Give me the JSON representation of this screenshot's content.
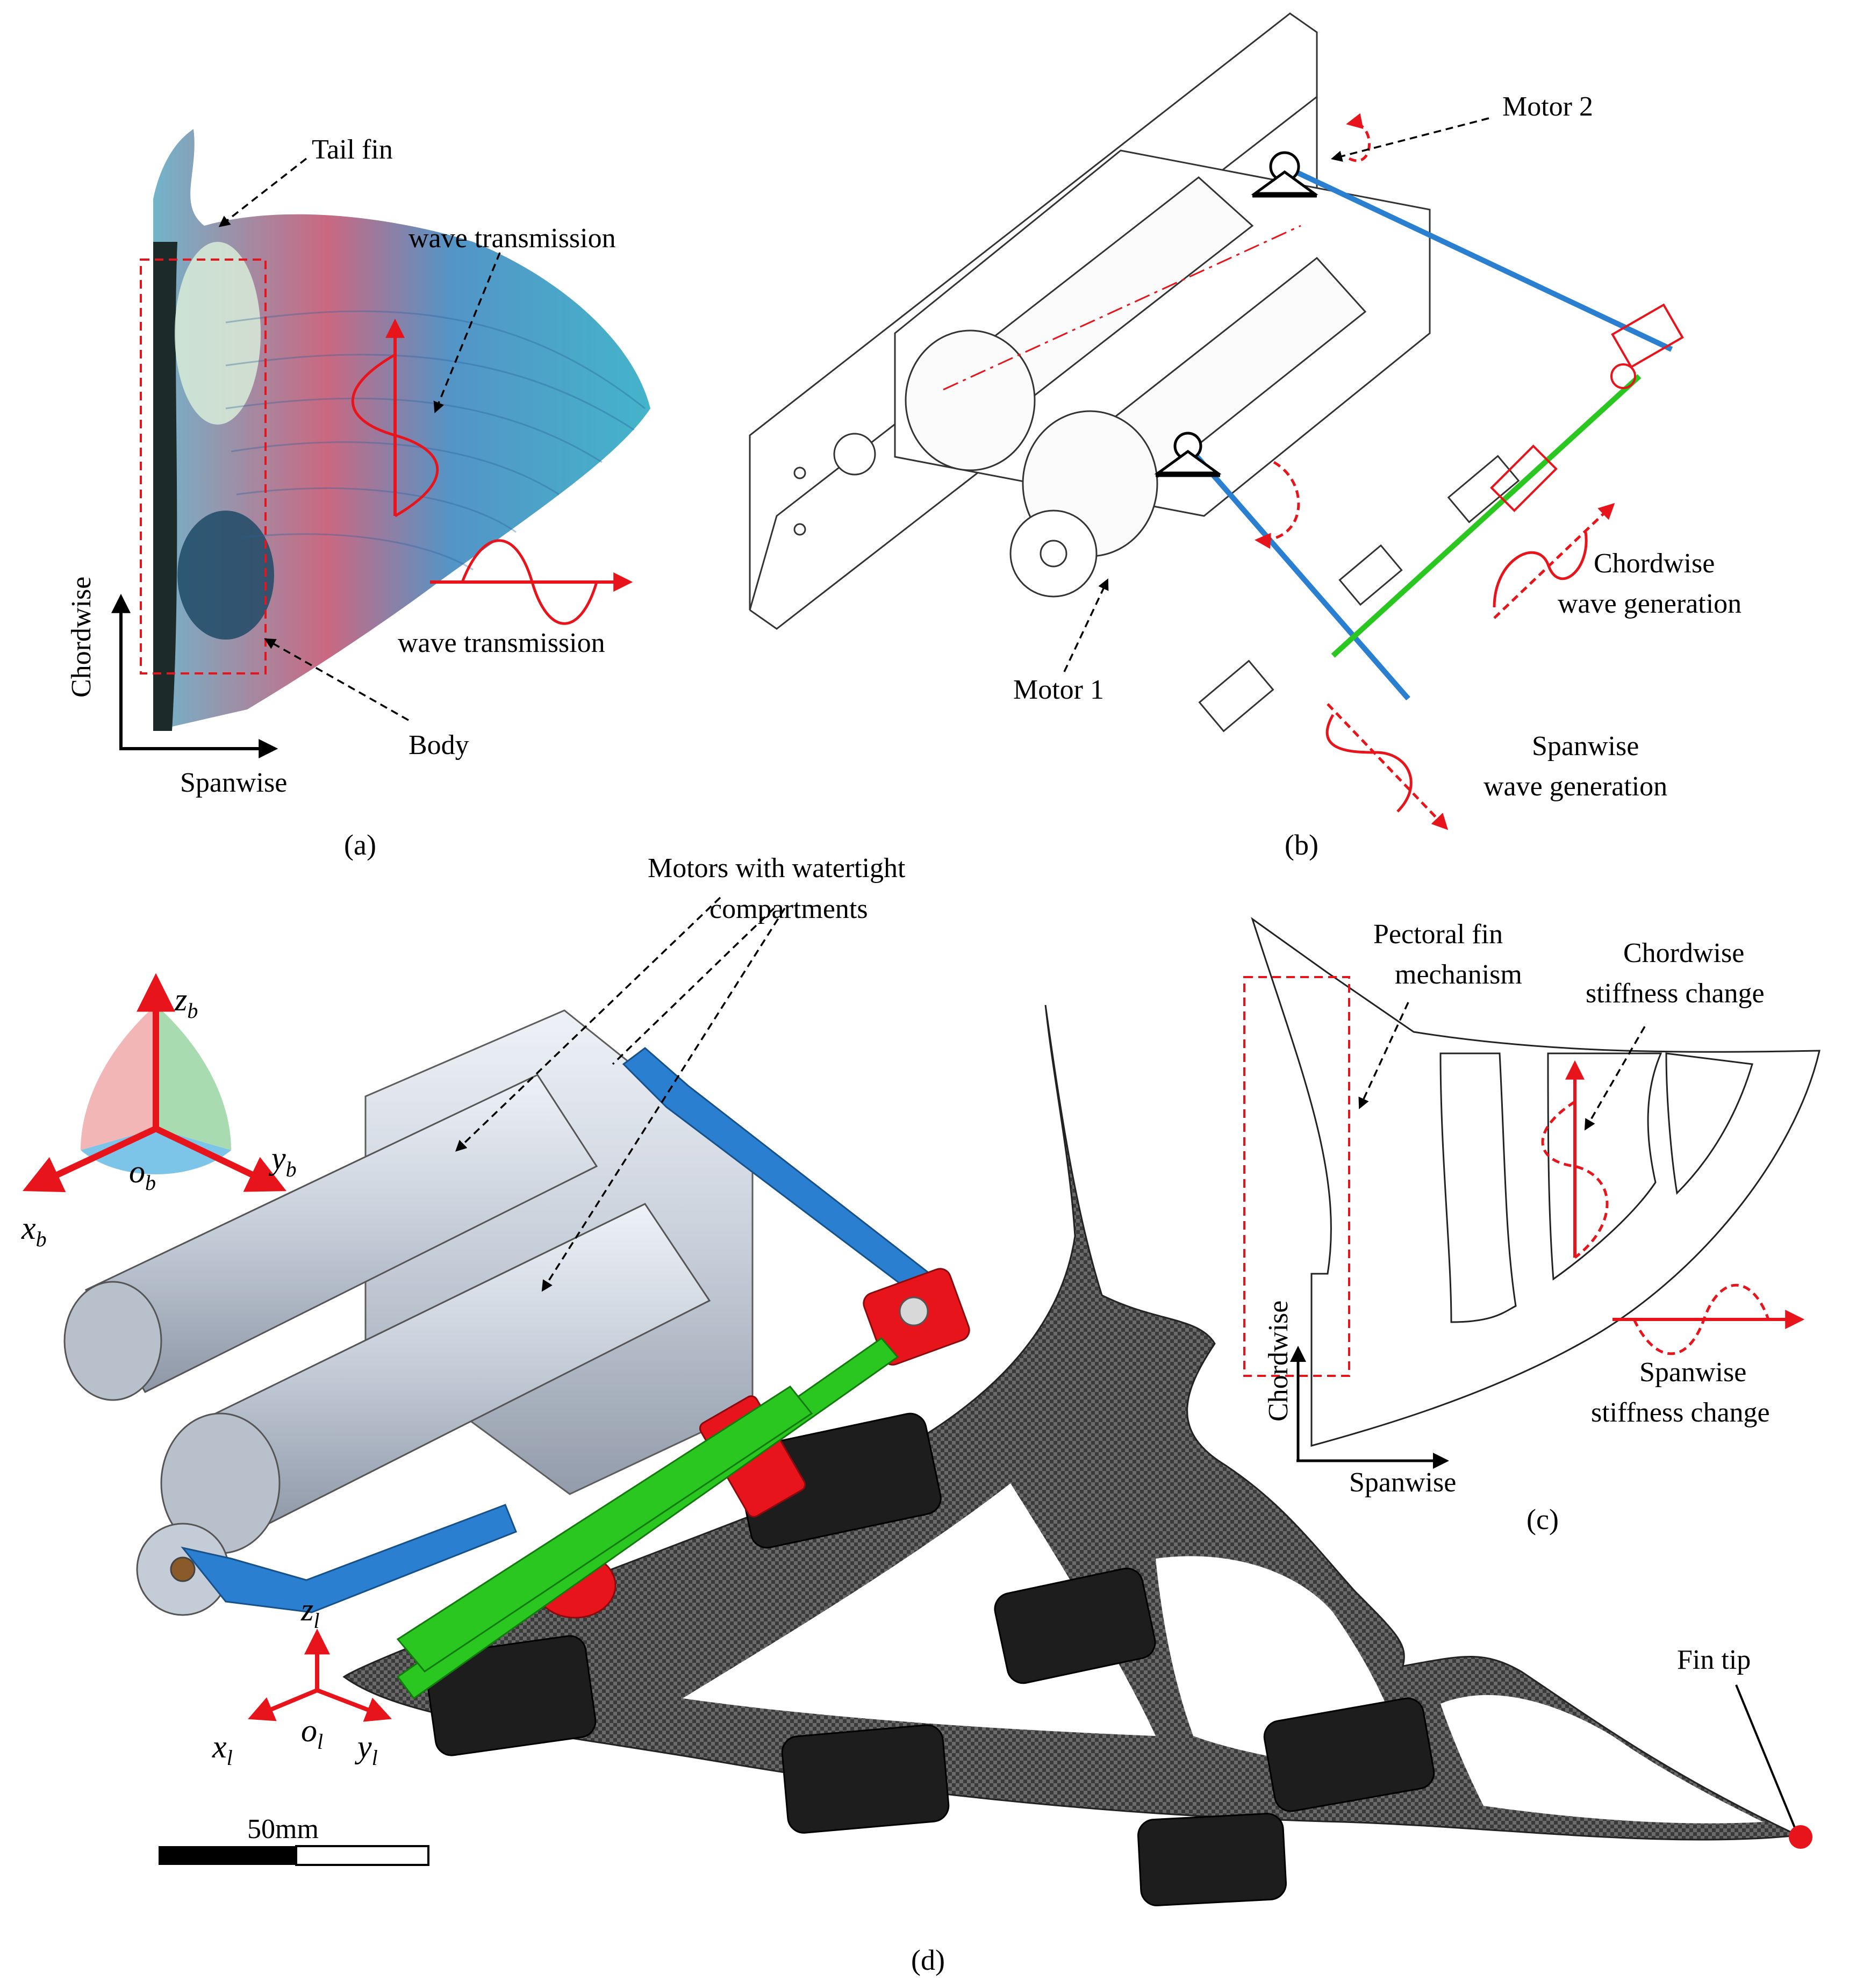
{
  "panel_a": {
    "caption": "(a)",
    "tail_fin": "Tail fin",
    "wave_vertical": "wave transmission",
    "wave_horizontal": "wave transmission",
    "body": "Body",
    "axis_vertical": "Chordwise",
    "axis_horizontal": "Spanwise"
  },
  "panel_b": {
    "caption": "(b)",
    "motor2": "Motor 2",
    "motor1": "Motor 1",
    "chord_line1": "Chordwise",
    "chord_line2": "wave generation",
    "span_line1": "Spanwise",
    "span_line2": "wave generation"
  },
  "panel_c": {
    "caption": "(c)",
    "pectoral_line1": "Pectoral fin",
    "pectoral_line2": "mechanism",
    "chord_stiff_line1": "Chordwise",
    "chord_stiff_line2": "stiffness change",
    "span_stiff_line1": "Spanwise",
    "span_stiff_line2": "stiffness change",
    "axis_vertical": "Chordwise",
    "axis_horizontal": "Spanwise"
  },
  "panel_d": {
    "caption": "(d)",
    "motors_line1": "Motors with watertight",
    "motors_line2": "compartments",
    "frame_b": {
      "z": "z",
      "y": "y",
      "x": "x",
      "o": "o",
      "sub": "b"
    },
    "frame_l": {
      "z": "z",
      "y": "y",
      "x": "x",
      "o": "o",
      "sub": "l"
    },
    "scale": "50mm",
    "fin_tip": "Fin tip"
  },
  "colors": {
    "red": "#e8141b",
    "blue": "#2a7fd0",
    "green": "#29c71f",
    "fin_teal": "#3a9fc0",
    "carbon": "#4a4a4a",
    "metal": "#cfd6e0"
  }
}
